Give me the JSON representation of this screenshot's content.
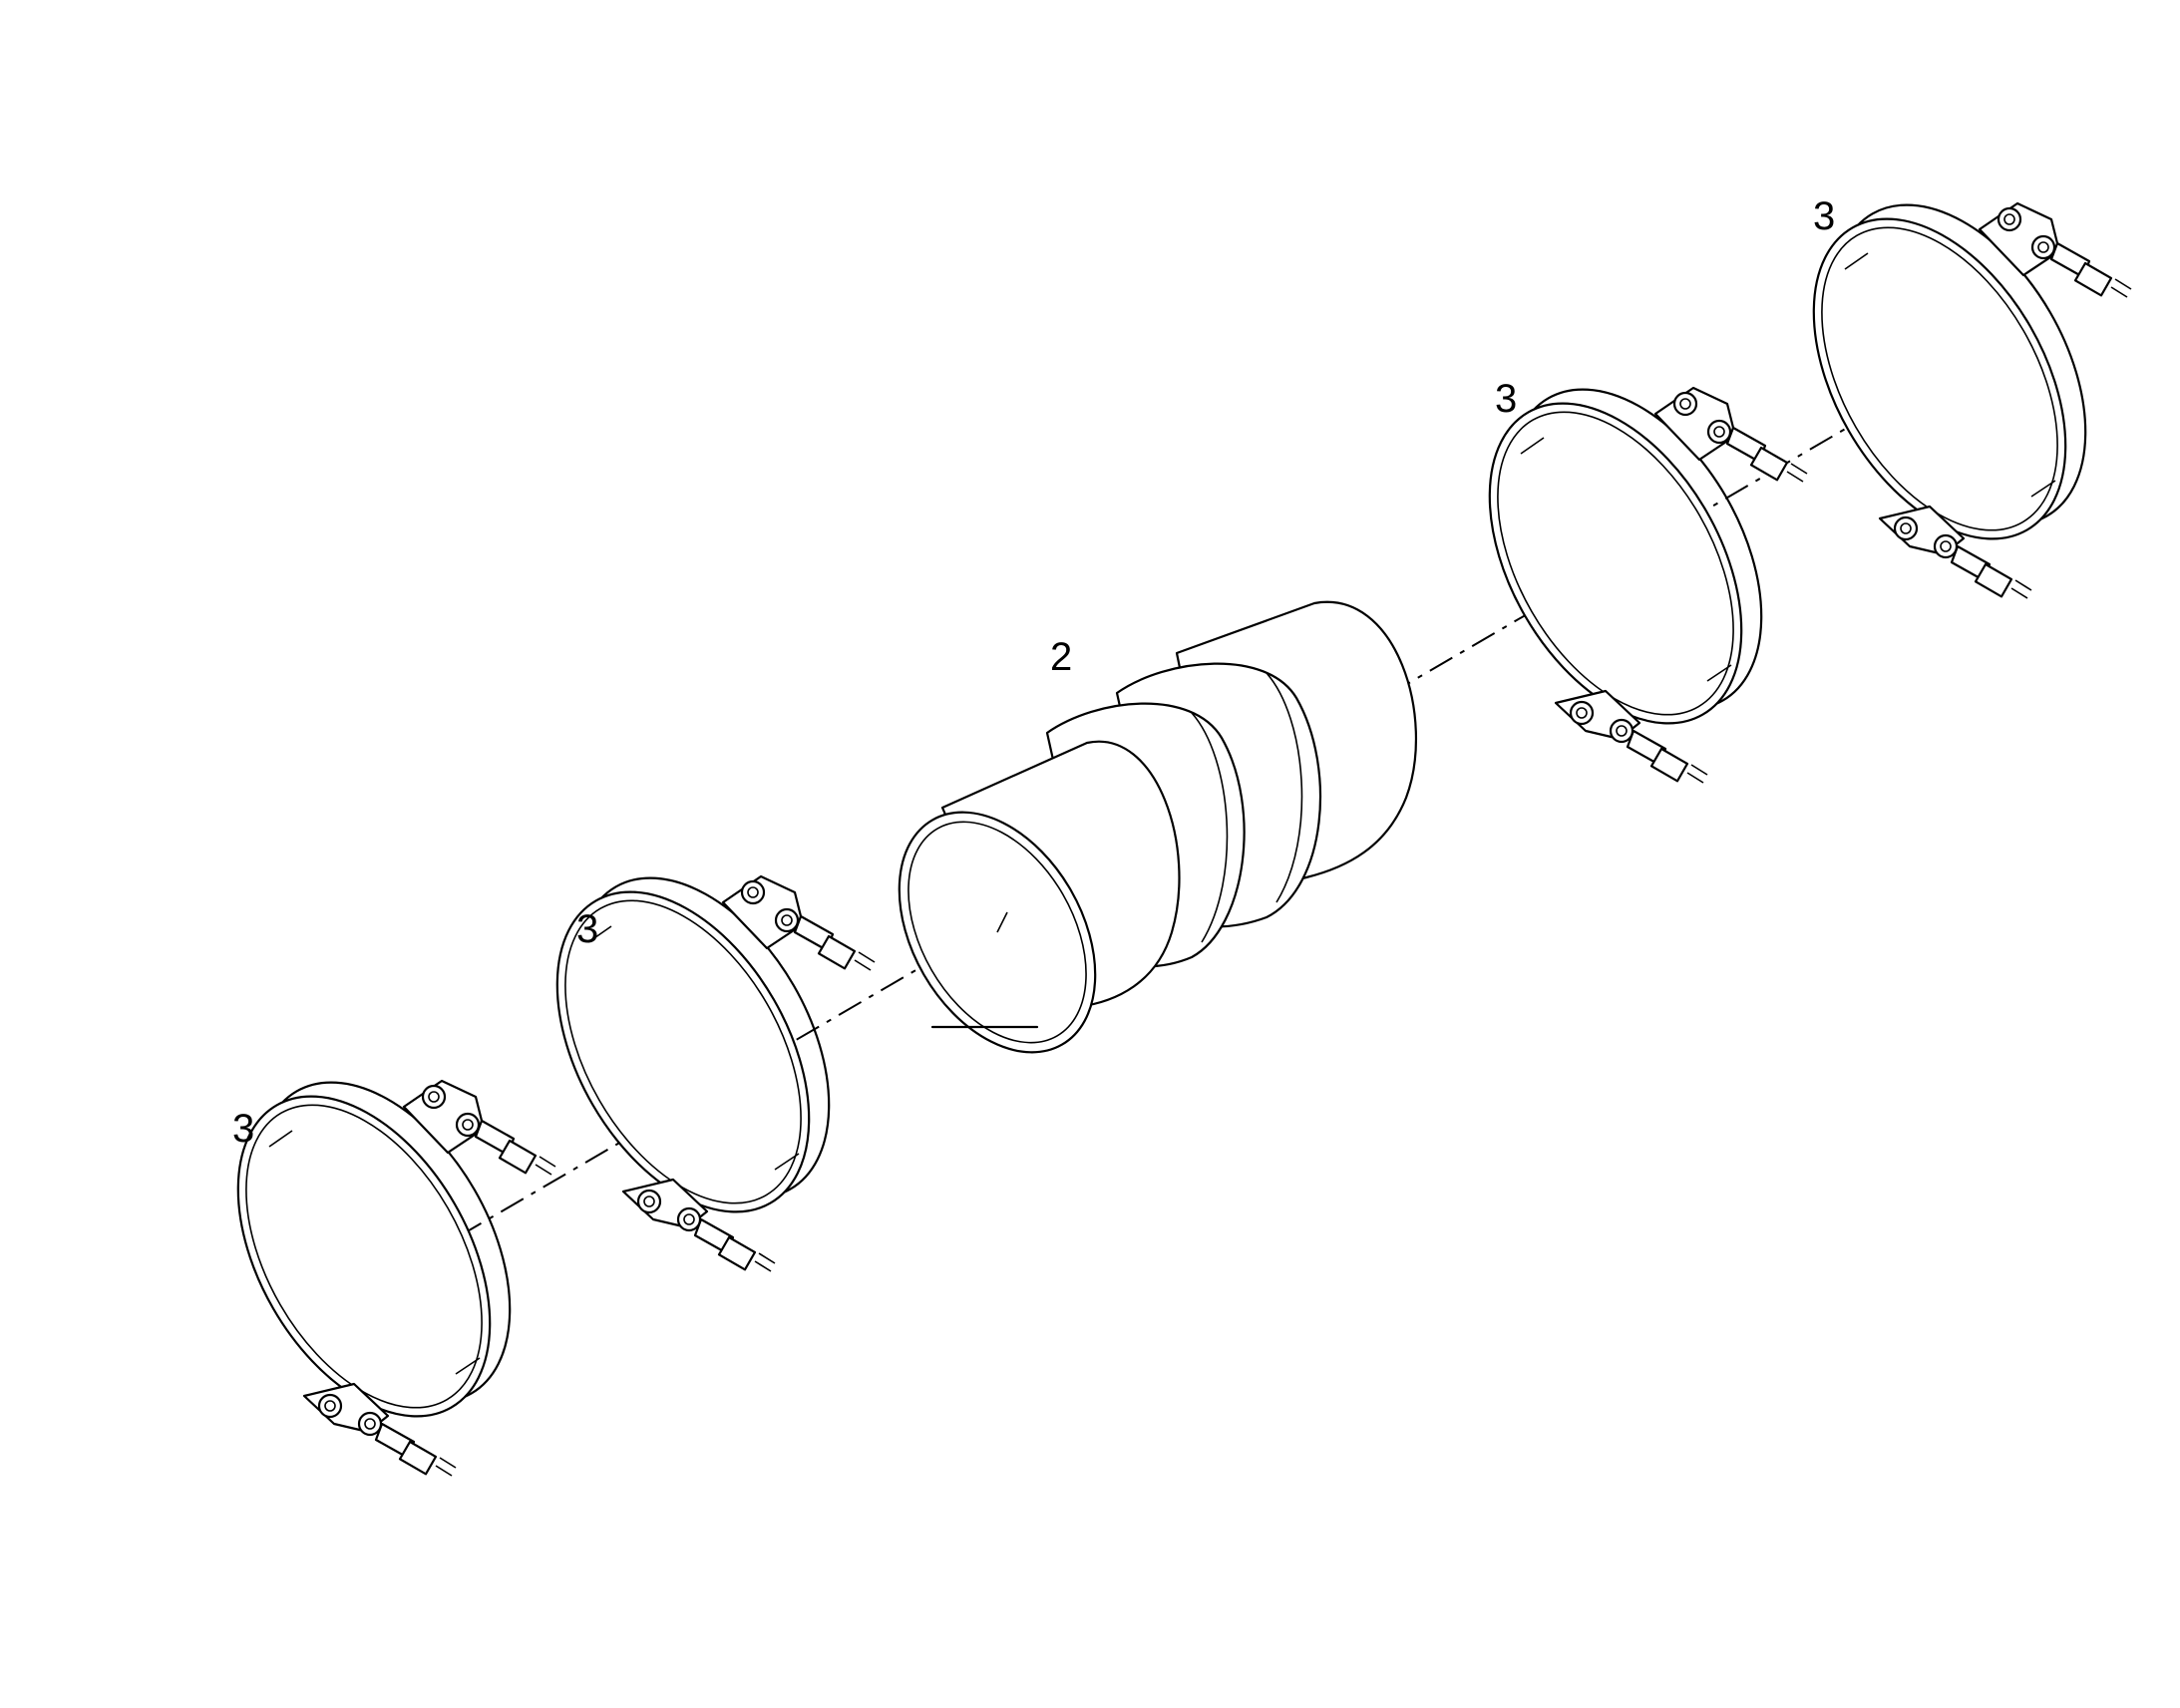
{
  "diagram": {
    "parts": [
      {
        "id": "hose",
        "callout": "2",
        "icon": "rubber-hose-coupler"
      },
      {
        "id": "clamp-1",
        "callout": "3",
        "icon": "t-bolt-clamp"
      },
      {
        "id": "clamp-2",
        "callout": "3",
        "icon": "t-bolt-clamp"
      },
      {
        "id": "clamp-3",
        "callout": "3",
        "icon": "t-bolt-clamp"
      },
      {
        "id": "clamp-4",
        "callout": "3",
        "icon": "t-bolt-clamp"
      }
    ],
    "colors": {
      "line": "#000000",
      "background": "#ffffff"
    }
  }
}
